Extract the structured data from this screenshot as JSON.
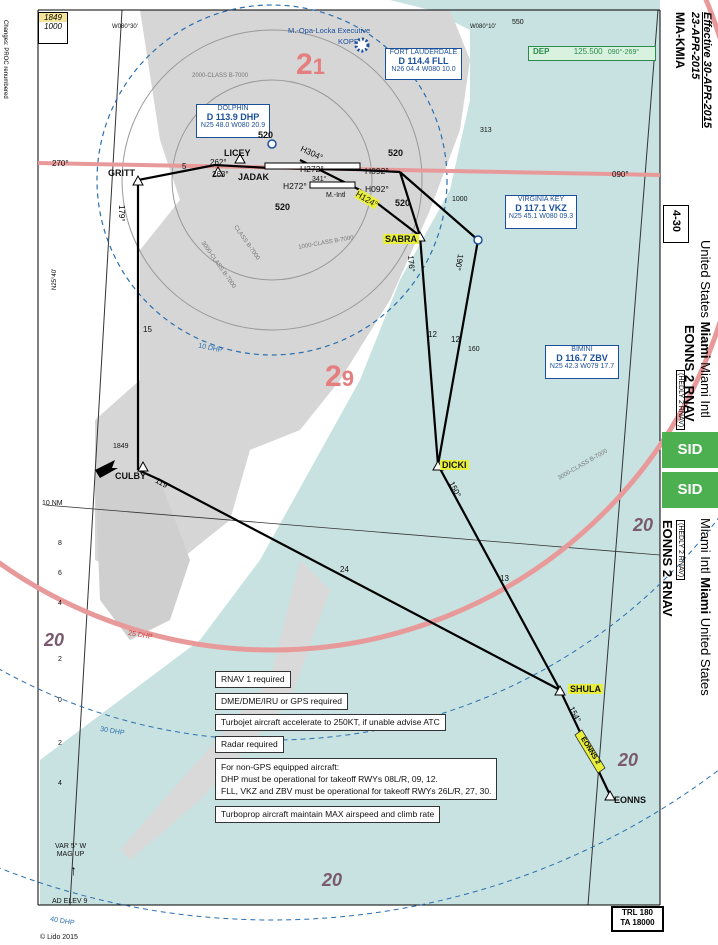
{
  "header": {
    "effective": "Effective 30-APR-2015",
    "date": "23-APR-2015",
    "airport_code": "MIA-KMIA",
    "page": "4-30",
    "country_line_a": "United States",
    "city_bold_a": "Miami",
    "city_line_a": "Miami Intl",
    "procedure_top": "EONNS 2 RNAV",
    "proc_code_top": "(HEDLY 2 RNAV)",
    "sid_label_top": "SID",
    "sid_label_bottom": "SID",
    "city_line_b": "Miami Intl",
    "city_bold_b": "Miami",
    "country_line_b": "United States",
    "proc_code_bottom": "(HEDLY 2 RNAV)",
    "procedure_bottom": "EONNS 2 RNAV",
    "left_margin_note": "Changes: PROC renumbered",
    "copyright": "© Lido 2015"
  },
  "corner": {
    "msa_a": "1849",
    "msa_b": "1000"
  },
  "frequency": {
    "label": "DEP",
    "value": "125.500",
    "sector": "090°-269°"
  },
  "airport_label": "M.-Opa-Locka Executive",
  "airport_id": "KOPF",
  "navaids": [
    {
      "name": "FORT LAUDERDALE",
      "ident": "D 114.4 FLL",
      "coord": "N26 04.4 W080 10.0"
    },
    {
      "name": "DOLPHIN",
      "ident": "D 113.9 DHP",
      "coord": "N25 48.0 W080 20.9"
    },
    {
      "name": "VIRGINIA KEY",
      "ident": "D 117.1 VKZ",
      "coord": "N25 45.1 W080 09.3"
    },
    {
      "name": "BIMINI",
      "ident": "D 116.7 ZBV",
      "coord": "N25 42.3 W079 17.7"
    }
  ],
  "fixes": [
    "GRITT",
    "LICEY",
    "JADAK",
    "SABRA",
    "DICKI",
    "CULBY",
    "SHULA",
    "EONNS"
  ],
  "airway_label": "EONNS 2",
  "headings": [
    "H304°",
    "H272°",
    "H272°",
    "H092°",
    "H092°",
    "H124°",
    "262°",
    "263°",
    "341°"
  ],
  "altitudes": [
    "520",
    "520",
    "520",
    "520"
  ],
  "courses": [
    "179°",
    "176°",
    "190°",
    "150°",
    "119°",
    "154°"
  ],
  "distances": [
    "5",
    "15",
    "12",
    "12",
    "24",
    "13",
    "160",
    "1000"
  ],
  "radials": [
    "270°",
    "090°"
  ],
  "coords": {
    "top_left": "W080°30'",
    "top_right": "W080°10'",
    "top_val": "550",
    "left": "N25°40'"
  },
  "msa_sectors": [
    "2",
    "1",
    "2",
    "9",
    "20",
    "20",
    "20",
    "20"
  ],
  "dme_rings": [
    "10 DHP",
    "25 DHP",
    "30 DHP",
    "40 DHP"
  ],
  "class_b": [
    "2000-CLASS B-7000",
    "1000-CLASS B-7000",
    "3000-CLASS B-7000",
    "CLASS B-7000",
    "3000-CLASS B-7000"
  ],
  "spot_elev": [
    "313",
    "1849"
  ],
  "nm_scale": {
    "label": "10 NM",
    "ticks": [
      "8",
      "6",
      "4",
      "2",
      "0",
      "2",
      "4"
    ]
  },
  "var_note": [
    "VAR 5° W",
    "MAG UP"
  ],
  "ad_elev": "AD ELEV 9",
  "trl": [
    "TRL 180",
    "TA 18000"
  ],
  "notes": [
    "RNAV 1 required",
    "DME/DME/IRU or GPS required",
    "Turbojet aircraft accelerate to 250KT, if unable advise ATC",
    "Radar required",
    "For non-GPS equipped aircraft:",
    "DHP must be operational for takeoff RWYs 08L/R, 09, 12.",
    "FLL, VKZ and ZBV must be operational for takeoff RWYs 26L/R, 27, 30.",
    "Turboprop aircraft maintain MAX airspeed and climb rate"
  ],
  "colors": {
    "land": "#d4d4d4",
    "water": "#c7e2e0",
    "sid_green": "#4caf50",
    "radial_red": "#e89a9a",
    "navaid_blue": "#1a4f9c",
    "fix_yellow": "#e8ef3a"
  }
}
